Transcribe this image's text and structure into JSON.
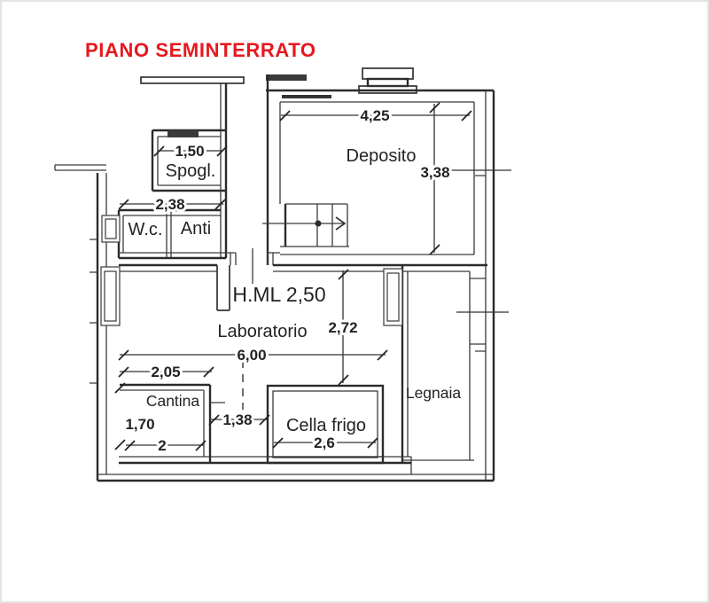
{
  "page": {
    "title": "PIANO SEMINTERRATO",
    "title_color": "#e8171e",
    "background_color": "#ffffff",
    "line_color": "#2b2b2b"
  },
  "floorplan": {
    "rooms": {
      "spogl": "Spogl.",
      "wc": "W.c.",
      "anti": "Anti",
      "deposito": "Deposito",
      "laboratorio": "Laboratorio",
      "cantina": "Cantina",
      "cella_frigo": "Cella frigo",
      "legnaia": "Legnaia"
    },
    "height_note": "H.ML 2,50",
    "dimensions": {
      "spogl_width": "1,50",
      "wc_anti_width": "2,38",
      "deposito_width": "4,25",
      "deposito_depth": "3,38",
      "laboratorio_depth": "2,72",
      "laboratorio_width": "6,00",
      "cantina_top_width": "2,05",
      "cantina_depth": "1,70",
      "cantina_bottom_width": "2",
      "cantina_cella_gap": "1,38",
      "cella_frigo_width": "2,6"
    }
  }
}
